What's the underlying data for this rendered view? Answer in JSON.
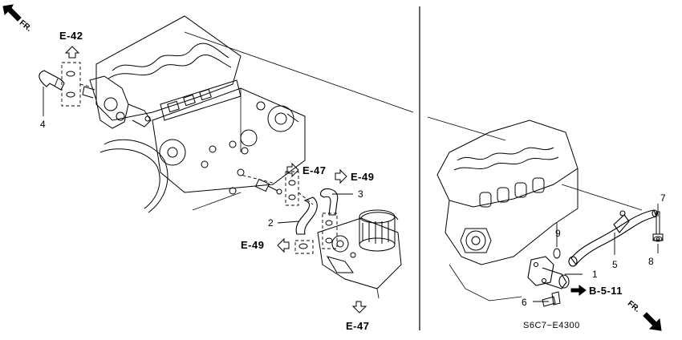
{
  "refs": {
    "e42": "E-42",
    "e47_top": "E-47",
    "e49_right": "E-49",
    "e49_left": "E-49",
    "e47_bottom": "E-47",
    "b511": "B-5-11"
  },
  "front_labels": {
    "left": "FR.",
    "right": "FR."
  },
  "callouts": {
    "c1": "1",
    "c2": "2",
    "c3": "3",
    "c4": "4",
    "c5": "5",
    "c6": "6",
    "c7": "7",
    "c8": "8",
    "c9": "9"
  },
  "diagram_code": "S6C7−E4300"
}
